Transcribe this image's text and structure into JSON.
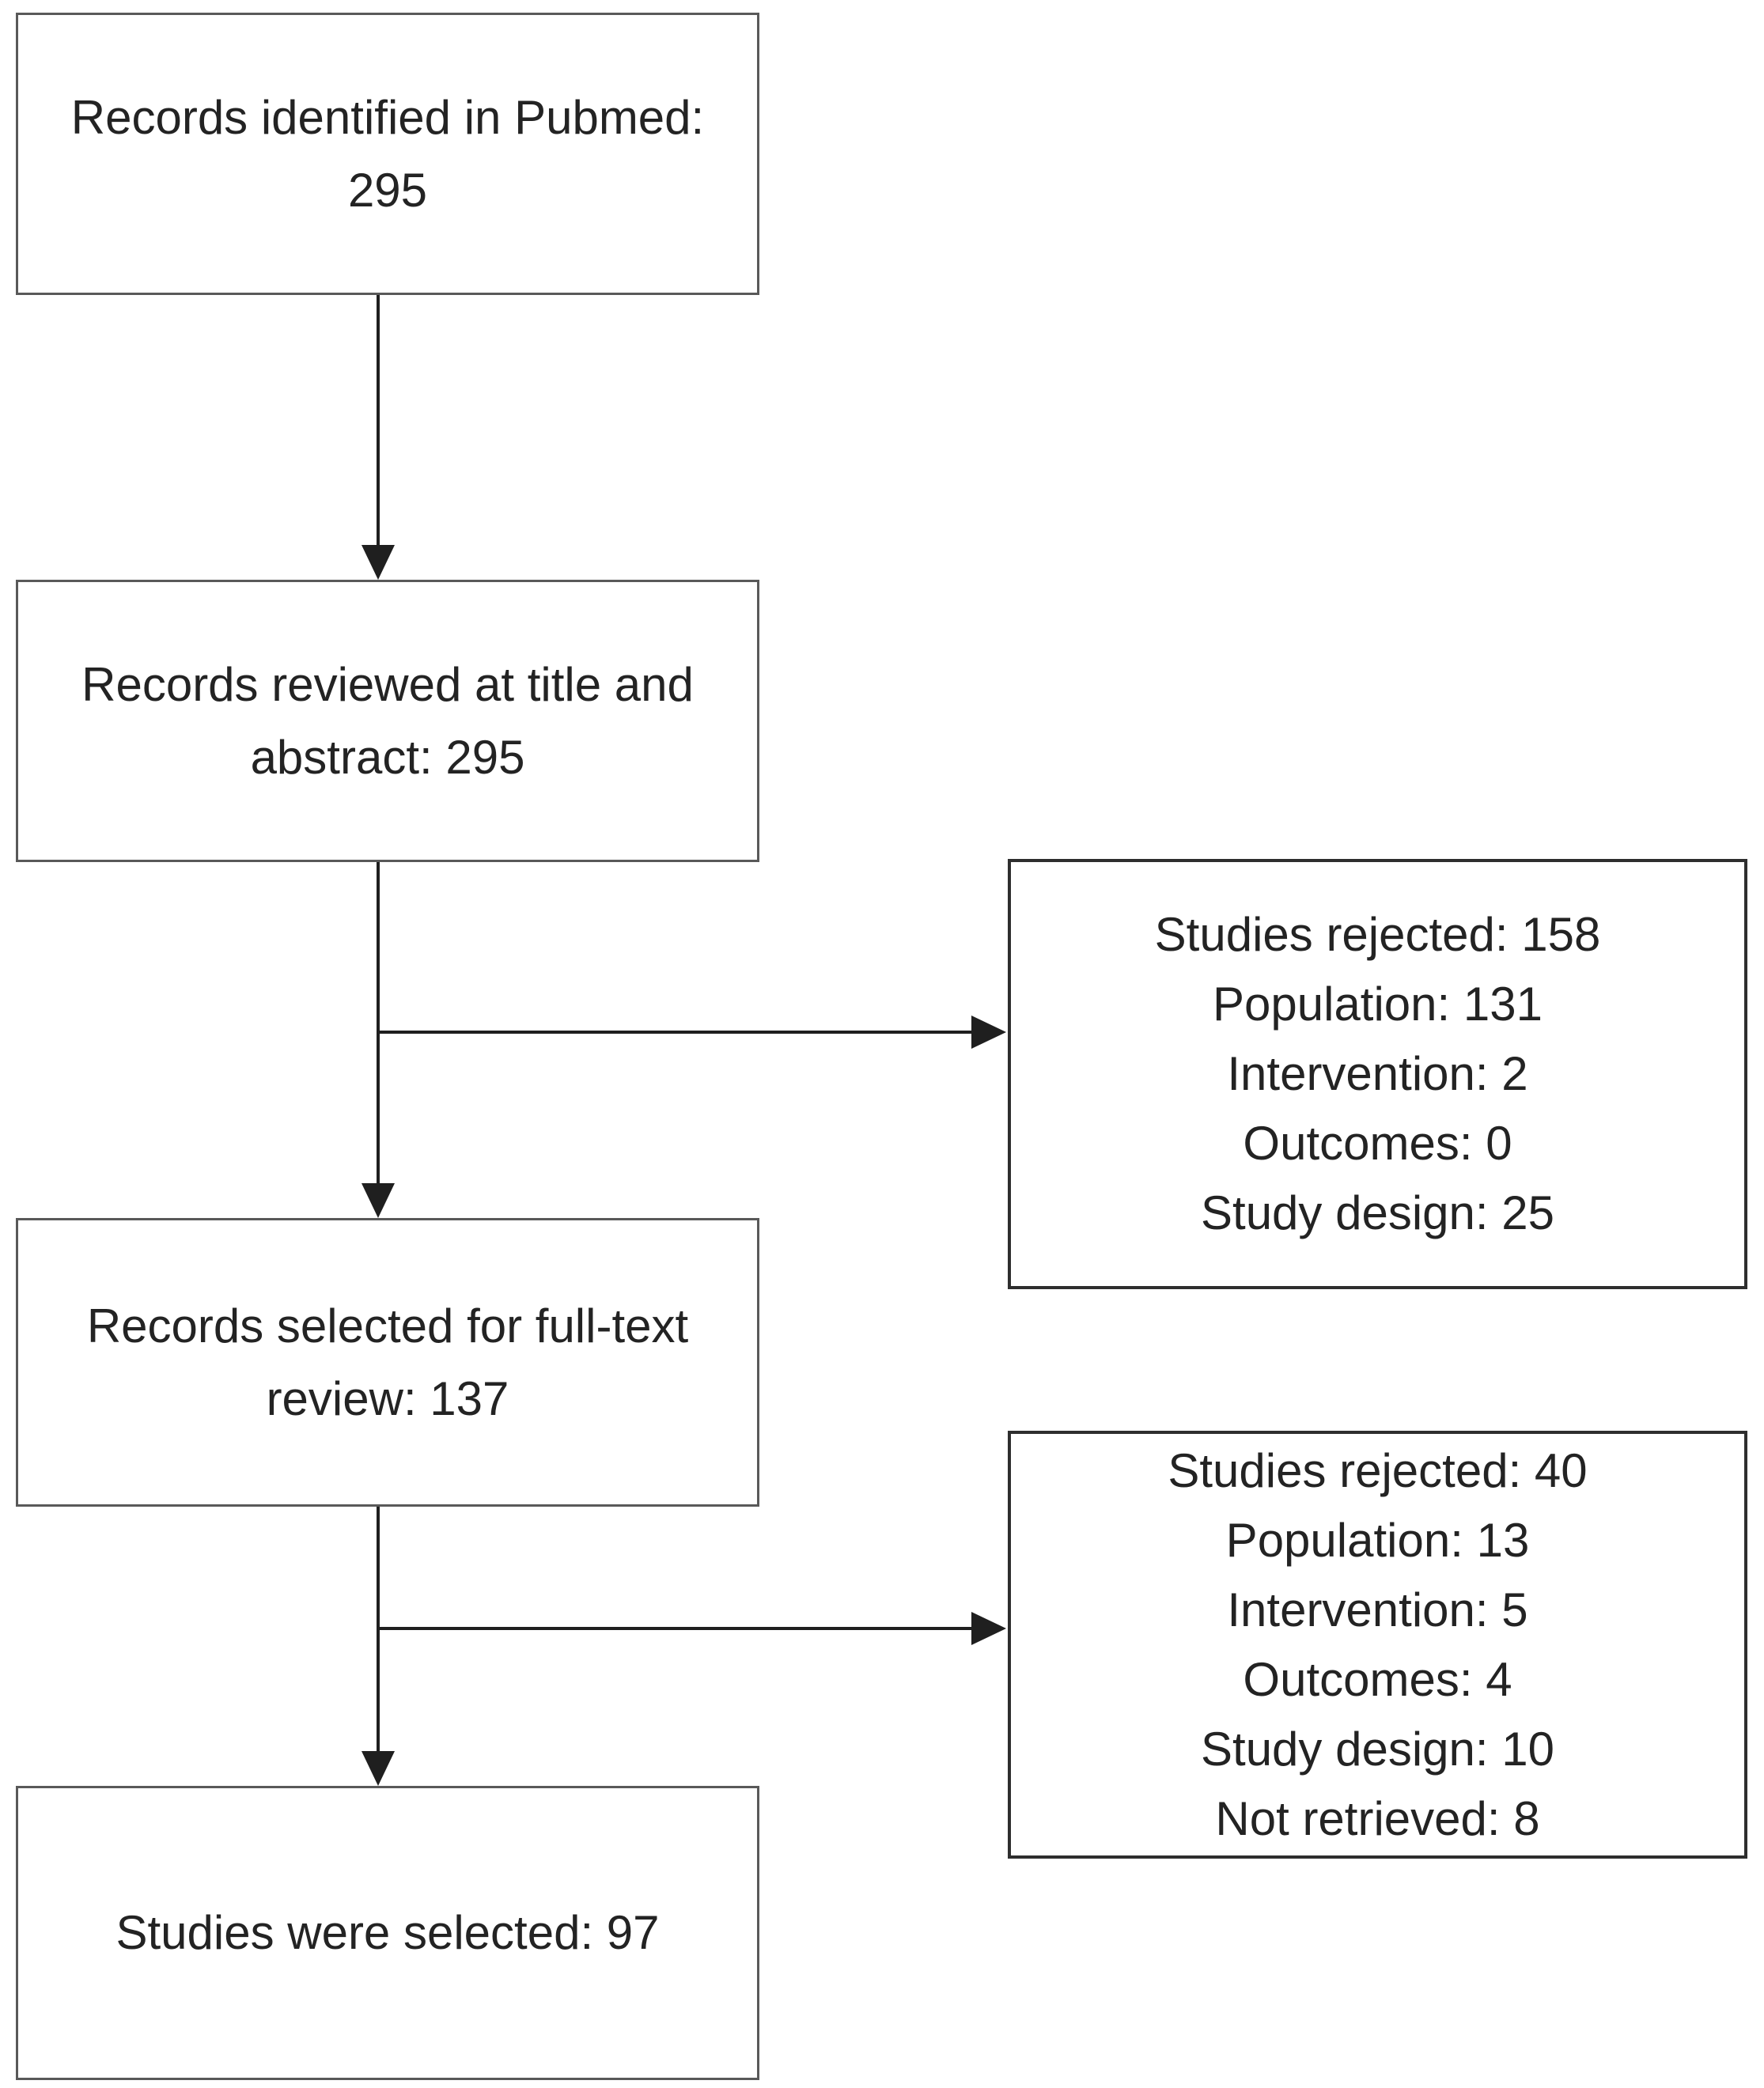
{
  "flowchart": {
    "boxes": {
      "identified": {
        "lines": [
          "Records identified in Pubmed:",
          "295"
        ]
      },
      "reviewed": {
        "lines": [
          "Records reviewed at title and",
          "abstract: 295"
        ]
      },
      "fulltext": {
        "lines": [
          "Records selected for full-text",
          "review: 137"
        ]
      },
      "selected": {
        "lines": [
          "Studies were selected: 97"
        ]
      },
      "rejected_title_abstract": {
        "lines": [
          "Studies rejected: 158",
          "Population: 131",
          "Intervention: 2",
          "Outcomes: 0",
          "Study design: 25"
        ]
      },
      "rejected_fulltext": {
        "lines": [
          "Studies rejected: 40",
          "Population: 13",
          "Intervention: 5",
          "Outcomes: 4",
          "Study design: 10",
          "Not retrieved: 8"
        ]
      }
    },
    "colors": {
      "background": "#ffffff",
      "text": "#232323",
      "left_box_border": "#595959",
      "right_box_border": "#2e2e2e",
      "arrow": "#1f1f1f"
    }
  }
}
